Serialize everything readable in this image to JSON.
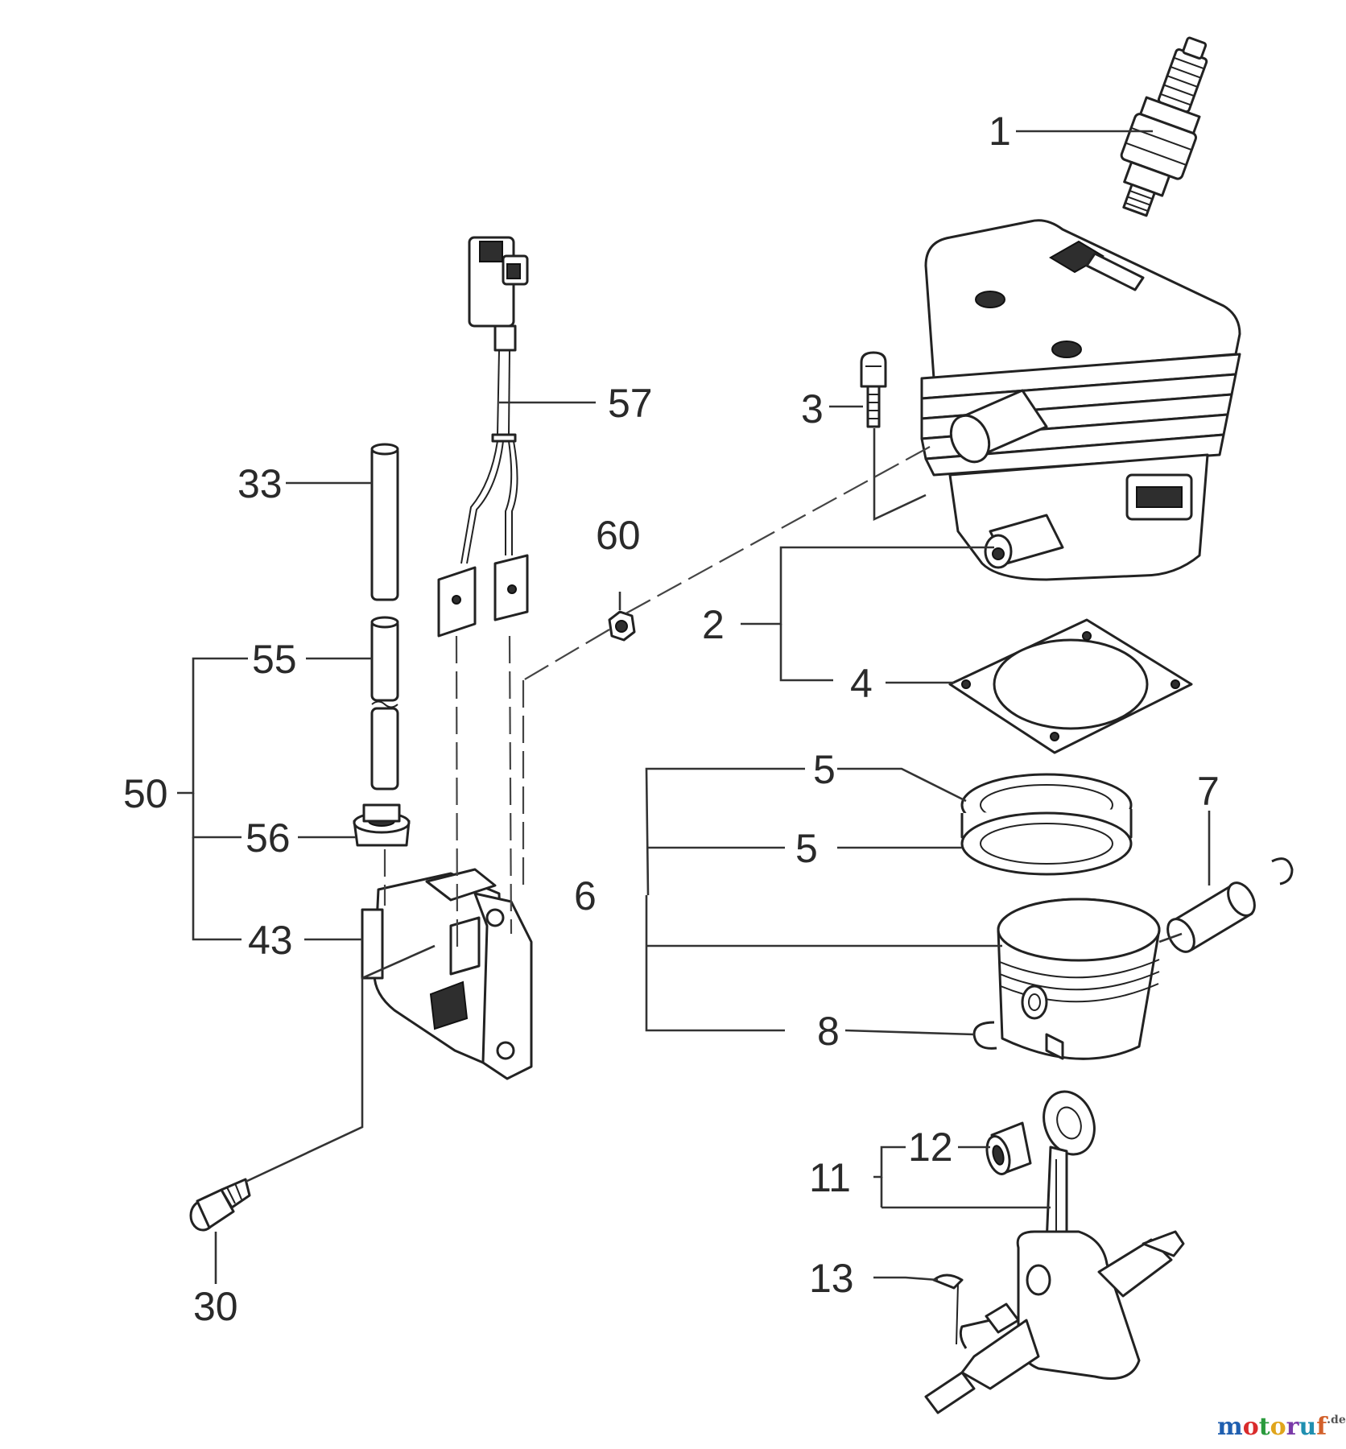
{
  "labels": {
    "l1": "1",
    "l2": "2",
    "l3": "3",
    "l4": "4",
    "l5a": "5",
    "l5b": "5",
    "l6": "6",
    "l7": "7",
    "l8": "8",
    "l11": "11",
    "l12": "12",
    "l13": "13",
    "l30": "30",
    "l33": "33",
    "l43": "43",
    "l50": "50",
    "l55": "55",
    "l56": "56",
    "l57": "57",
    "l60": "60"
  },
  "watermark": {
    "m": "m",
    "o1": "o",
    "t": "t",
    "o2": "o",
    "r": "r",
    "u": "u",
    "f": "f",
    "tld": ".de"
  },
  "colors": {
    "m": "#1f5fb0",
    "o1": "#d92b2b",
    "t": "#2a9a3c",
    "o2": "#e0a51c",
    "r": "#7a3aa8",
    "u": "#1f8fb0",
    "f": "#d2602a",
    "tld": "#555555"
  }
}
